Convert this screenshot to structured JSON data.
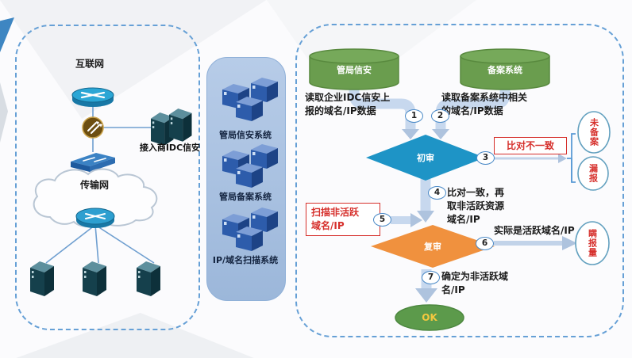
{
  "left_panel": {
    "internet_label": "互联网",
    "isp_label": "接入商IDC信安",
    "cloud_label": "传输网"
  },
  "middle_panel": {
    "system1": "管局信安系统",
    "system2": "管局备案系统",
    "system3": "IP/域名扫描系统"
  },
  "flow": {
    "db_left_name": "管局信安",
    "db_right_name": "备案系统",
    "db_left_desc": "读取企业IDC信安上\n报的域名/IP数据",
    "db_right_desc": "读取备案系统中相关\n的域名/IP数据",
    "review1_label": "初审",
    "review2_label": "复审",
    "step_nums": [
      "1",
      "2",
      "3",
      "4",
      "5",
      "6",
      "7"
    ],
    "mismatch_label": "比对不一致",
    "match_text": "比对一致，再\n取非活跃资源\n域名/IP",
    "scan_label": "扫描非活跃\n域名/IP",
    "active_text": "实际是活跃域名/IP",
    "confirm_text": "确定为非活跃域\n名/IP",
    "outcome_unfiled": "未备案",
    "outcome_missed": "漏报",
    "outcome_concealed": "瞒报量",
    "ok_label": "OK"
  },
  "colors": {
    "review1_fill": "#1e94c6",
    "review2_fill": "#f0913e",
    "db_green": "#6a9d4e",
    "alert_red": "#d6302c",
    "mid_panel_blue": "#a9c2e2",
    "pipe_blue": "#c7d8ee",
    "dash_border_blue": "#66a0d6",
    "ok_green": "#5c9a4b",
    "ok_text_yellow": "#f4c83f"
  }
}
